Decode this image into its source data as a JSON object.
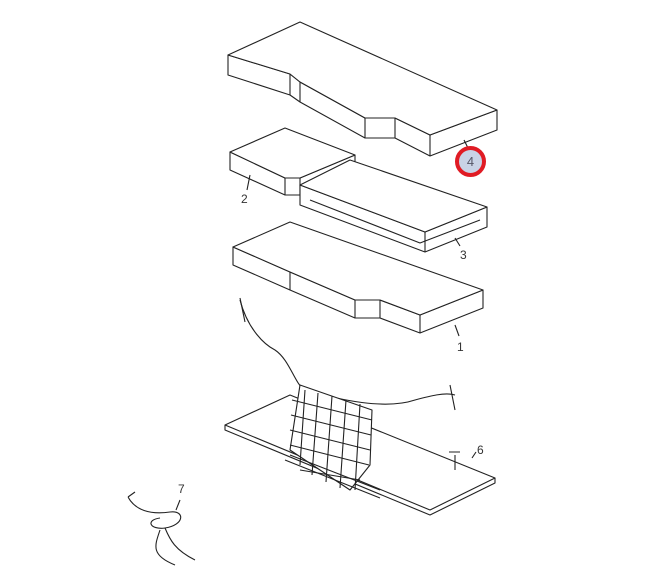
{
  "diagram": {
    "callouts": [
      {
        "id": "1",
        "label": "1"
      },
      {
        "id": "2",
        "label": "2"
      },
      {
        "id": "3",
        "label": "3"
      },
      {
        "id": "4",
        "label": "4",
        "highlighted": true
      },
      {
        "id": "6",
        "label": "6"
      },
      {
        "id": "7",
        "label": "7"
      }
    ],
    "highlight_color": "#e01b24"
  }
}
